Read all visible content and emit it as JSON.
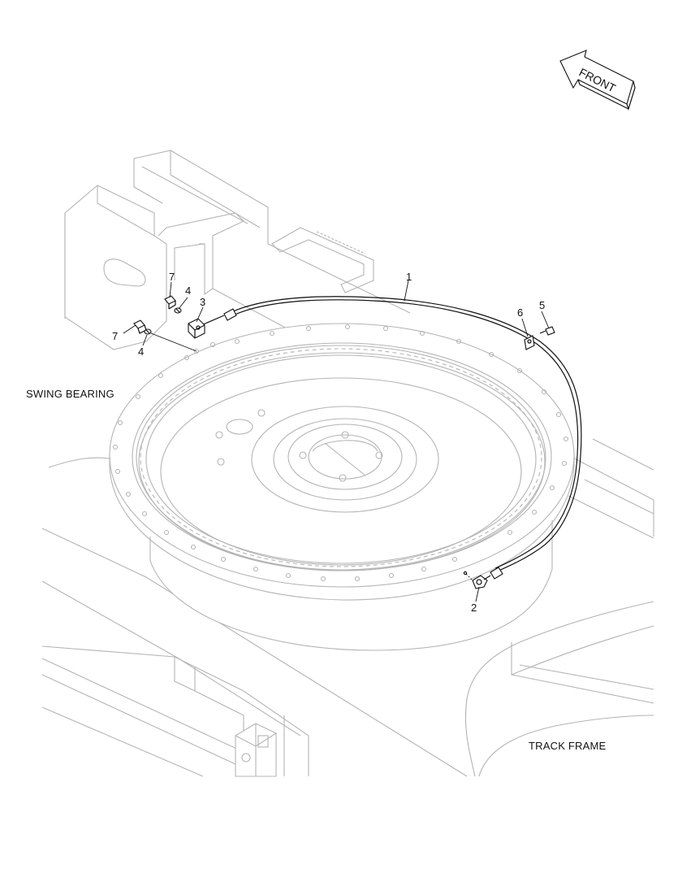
{
  "labels": {
    "swing_bearing": "SWING BEARING",
    "track_frame": "TRACK FRAME",
    "front": "FRONT"
  },
  "callouts": {
    "c1": "1",
    "c2": "2",
    "c3": "3",
    "c4a": "4",
    "c4b": "4",
    "c5": "5",
    "c6": "6",
    "c7a": "7",
    "c7b": "7"
  },
  "colors": {
    "context_line": "#b4b4b4",
    "part_line": "#111111",
    "background": "#ffffff"
  },
  "icons": {
    "front_arrow": "front-direction-arrow"
  }
}
